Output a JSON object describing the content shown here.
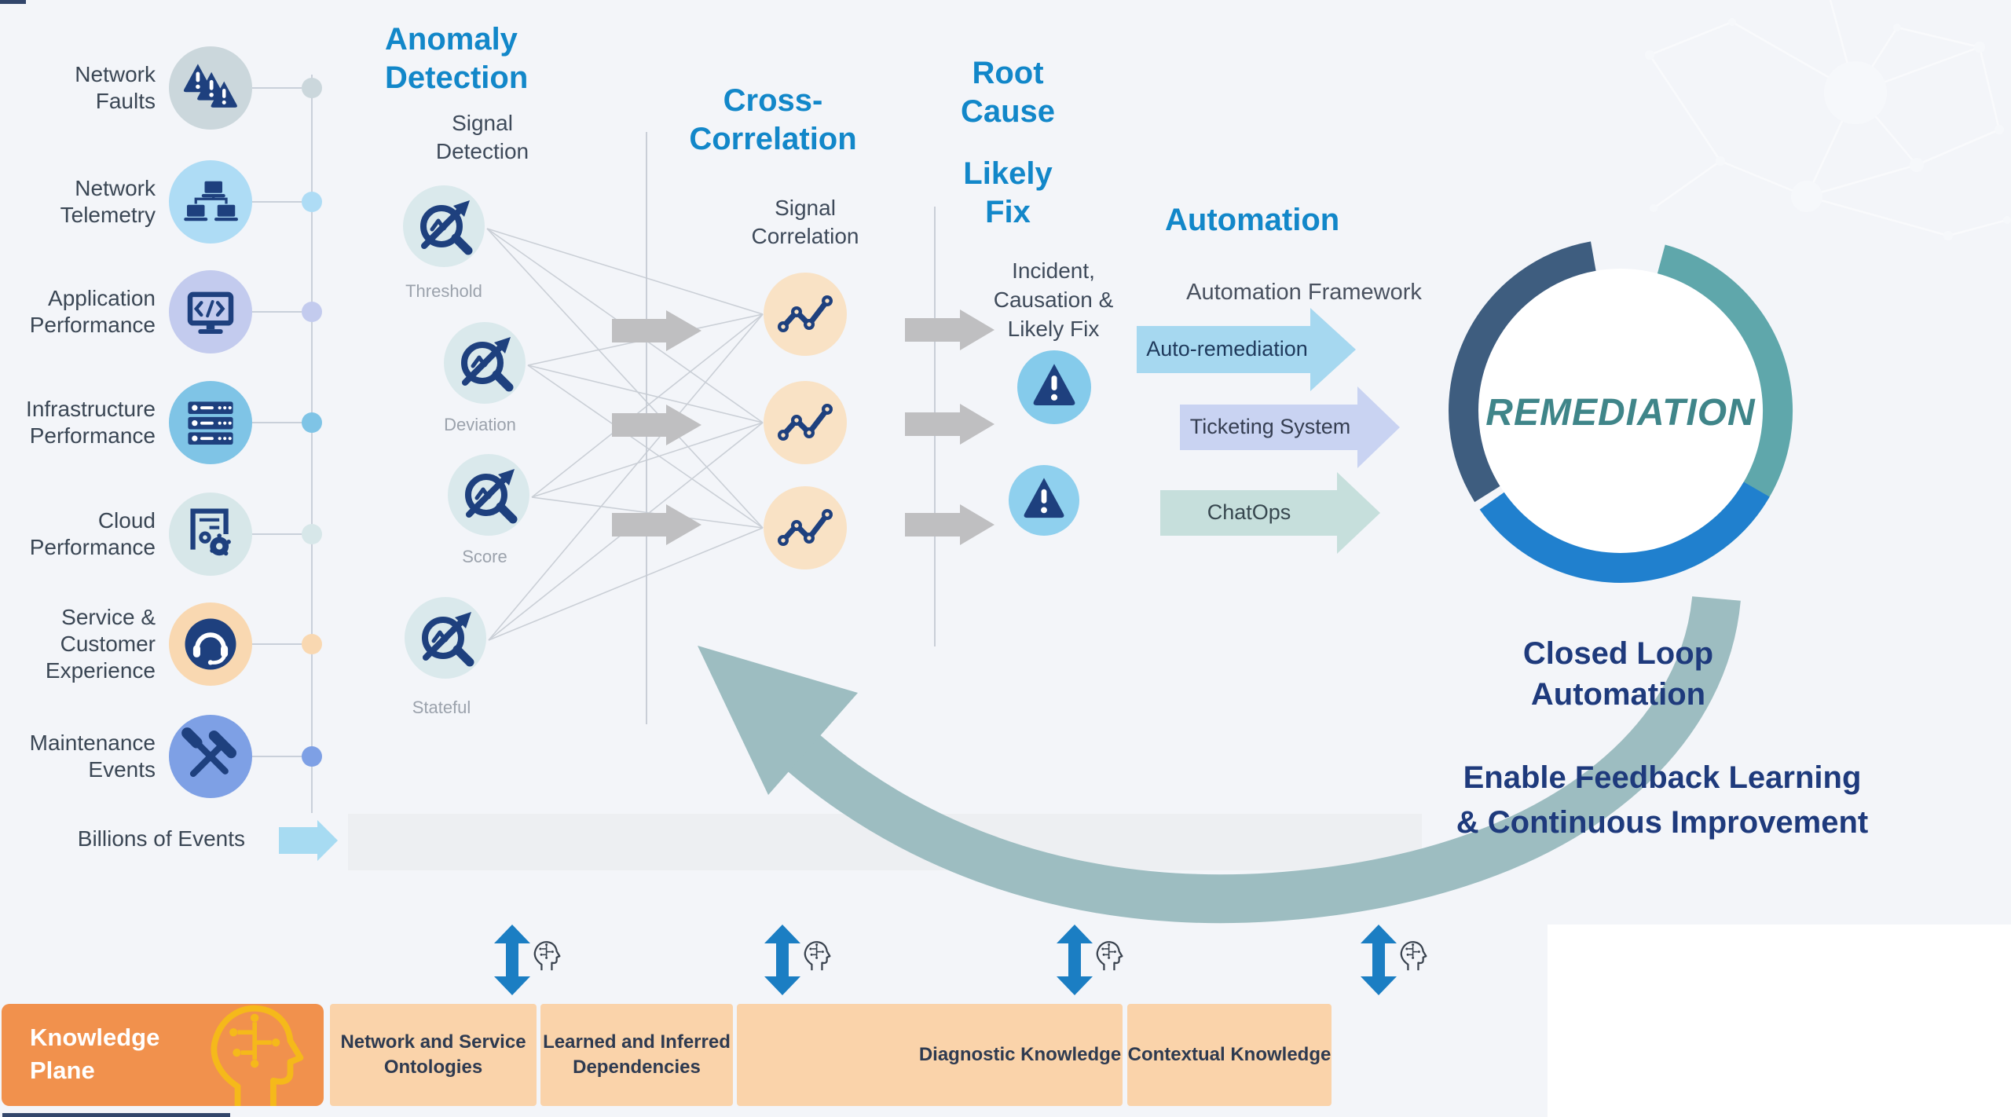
{
  "palette": {
    "background": "#F3F5F9",
    "header_blue": "#1287C9",
    "navy_text": "#1E3A7C",
    "icon_navy": "#1E407E",
    "muted_text": "#3E4A5A",
    "label_gray": "#9BA2AC",
    "flow_arrow_gray": "#BFBFC1",
    "auto_remediation_arrow": "#A6D8F0",
    "ticketing_arrow": "#C9D3F2",
    "chatops_arrow": "#C6DFDC",
    "feedback_arrow": "#9DBDC1",
    "remediation_teal": "#3F8589",
    "remediation_arc_colors": [
      "#3E5D7F",
      "#5FA7AB",
      "#2080CE"
    ],
    "knowledge_orange": "#F1914D",
    "knowledge_peach": "#FAD3AA",
    "knowledge_arrow_blue": "#1B7EC3",
    "gold_icon": "#F5B91A"
  },
  "sources": {
    "items": [
      {
        "label_lines": [
          "Network",
          "Faults"
        ],
        "icon": "alert-triangles-icon",
        "circle_color": "#CBD7DC"
      },
      {
        "label_lines": [
          "Network",
          "Telemetry"
        ],
        "icon": "network-devices-icon",
        "circle_color": "#AEDCF5"
      },
      {
        "label_lines": [
          "Application",
          "Performance"
        ],
        "icon": "code-monitor-icon",
        "circle_color": "#C3CBEE"
      },
      {
        "label_lines": [
          "Infrastructure",
          "Performance"
        ],
        "icon": "server-stack-icon",
        "circle_color": "#7FC4E6"
      },
      {
        "label_lines": [
          "Cloud",
          "Performance"
        ],
        "icon": "document-gears-icon",
        "circle_color": "#D7E7E9"
      },
      {
        "label_lines": [
          "Service &",
          "Customer",
          "Experience"
        ],
        "icon": "headset-icon",
        "circle_color": "#F9D8B1"
      },
      {
        "label_lines": [
          "Maintenance",
          "Events"
        ],
        "icon": "tools-icon",
        "circle_color": "#7EA0E5"
      }
    ],
    "billions_label": "Billions of Events"
  },
  "anomaly": {
    "header_lines": [
      "Anomaly",
      "Detection"
    ],
    "subtitle_lines": [
      "Signal",
      "Detection"
    ],
    "detectors": [
      "Threshold",
      "Deviation",
      "Score",
      "Stateful"
    ]
  },
  "correlation": {
    "header_lines": [
      "Cross-",
      "Correlation"
    ],
    "subtitle_lines": [
      "Signal",
      "Correlation"
    ]
  },
  "root_cause": {
    "header_lines": [
      "Root",
      "Cause"
    ],
    "header2_lines": [
      "Likely",
      "Fix"
    ],
    "subtitle_lines": [
      "Incident,",
      "Causation &",
      "Likely Fix"
    ]
  },
  "automation": {
    "header": "Automation",
    "framework_label": "Automation Framework",
    "channels": [
      {
        "label": "Auto-remediation"
      },
      {
        "label": "Ticketing System"
      },
      {
        "label": "ChatOps"
      }
    ]
  },
  "remediation": {
    "label": "REMEDIATION"
  },
  "closed_loop": {
    "line1": "Closed Loop",
    "line2": "Automation"
  },
  "feedback": {
    "line1": "Enable Feedback Learning",
    "line2": "& Continuous Improvement"
  },
  "knowledge": {
    "plane_label_lines": [
      "Knowledge",
      "Plane"
    ],
    "boxes": [
      {
        "label_lines": [
          "Network and Service",
          "Ontologies"
        ]
      },
      {
        "label_lines": [
          "Learned and Inferred",
          "Dependencies"
        ]
      },
      {
        "label_lines": [
          "Diagnostic Knowledge"
        ]
      },
      {
        "label_lines": [
          "Contextual Knowledge"
        ]
      }
    ]
  }
}
